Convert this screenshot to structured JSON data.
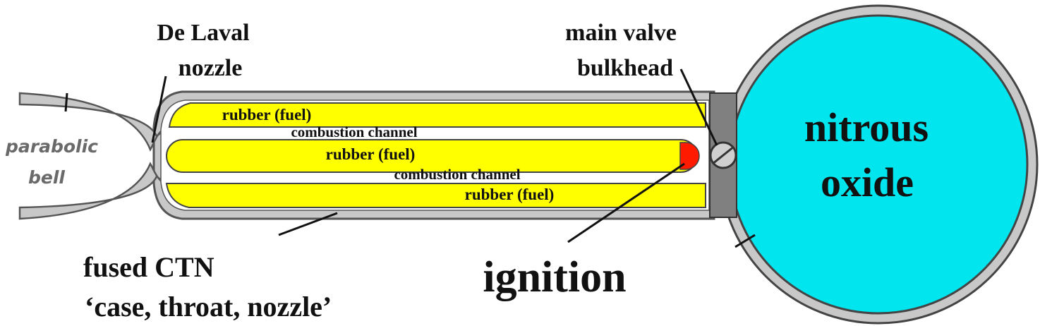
{
  "labels": {
    "de_laval_line1": "De Laval",
    "de_laval_line2": "nozzle",
    "main_valve_line1": "main valve",
    "main_valve_line2": "bulkhead",
    "parabolic_line1": "parabolic",
    "parabolic_line2": "bell",
    "fuel_top": "rubber  (fuel)",
    "fuel_middle": "rubber  (fuel)",
    "fuel_bottom": "rubber  (fuel)",
    "channel_upper": "combustion channel",
    "channel_lower": "combustion channel",
    "tank_line1": "nitrous",
    "tank_line2": "oxide",
    "ctn_line1": "fused CTN",
    "ctn_line2": "‘case, throat, nozzle’",
    "ignition": "ignition"
  },
  "colors": {
    "fuel": "#ffff00",
    "tank": "#00e5ee",
    "casing": "#c8c8c8",
    "bulkhead": "#808080",
    "igniter": "#ff0000"
  }
}
